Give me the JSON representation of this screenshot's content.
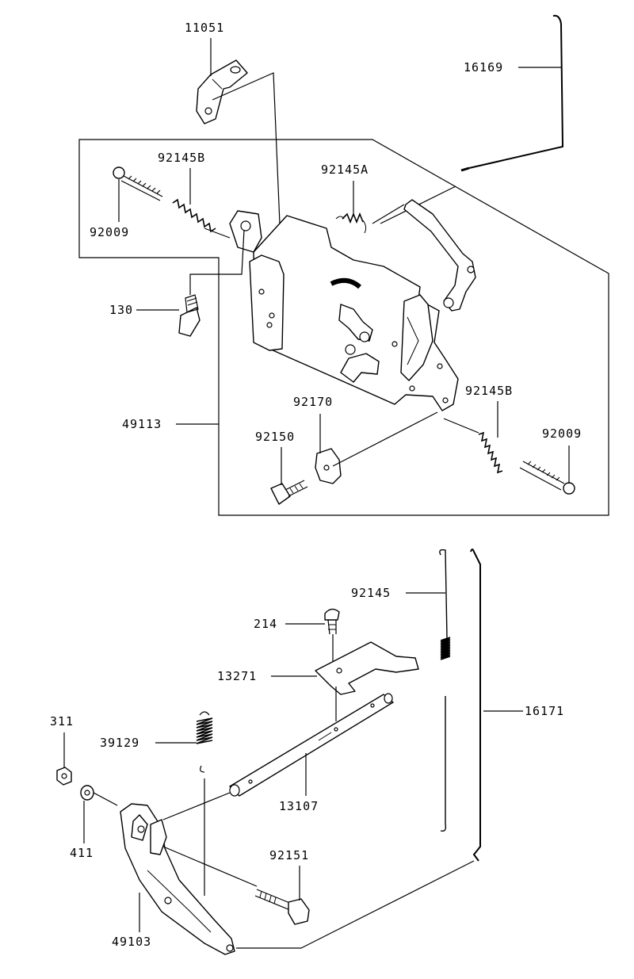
{
  "labels": {
    "l11051": "11051",
    "l16169": "16169",
    "l92145B_top": "92145B",
    "l92145A": "92145A",
    "l92009_left": "92009",
    "l130": "130",
    "l49113": "49113",
    "l92170": "92170",
    "l92145B_right": "92145B",
    "l92009_right": "92009",
    "l92150": "92150",
    "l92145": "92145",
    "l214": "214",
    "l13271": "13271",
    "l16171": "16171",
    "l311": "311",
    "l39129": "39129",
    "l13107": "13107",
    "l411": "411",
    "l92151": "92151",
    "l49103": "49103"
  }
}
